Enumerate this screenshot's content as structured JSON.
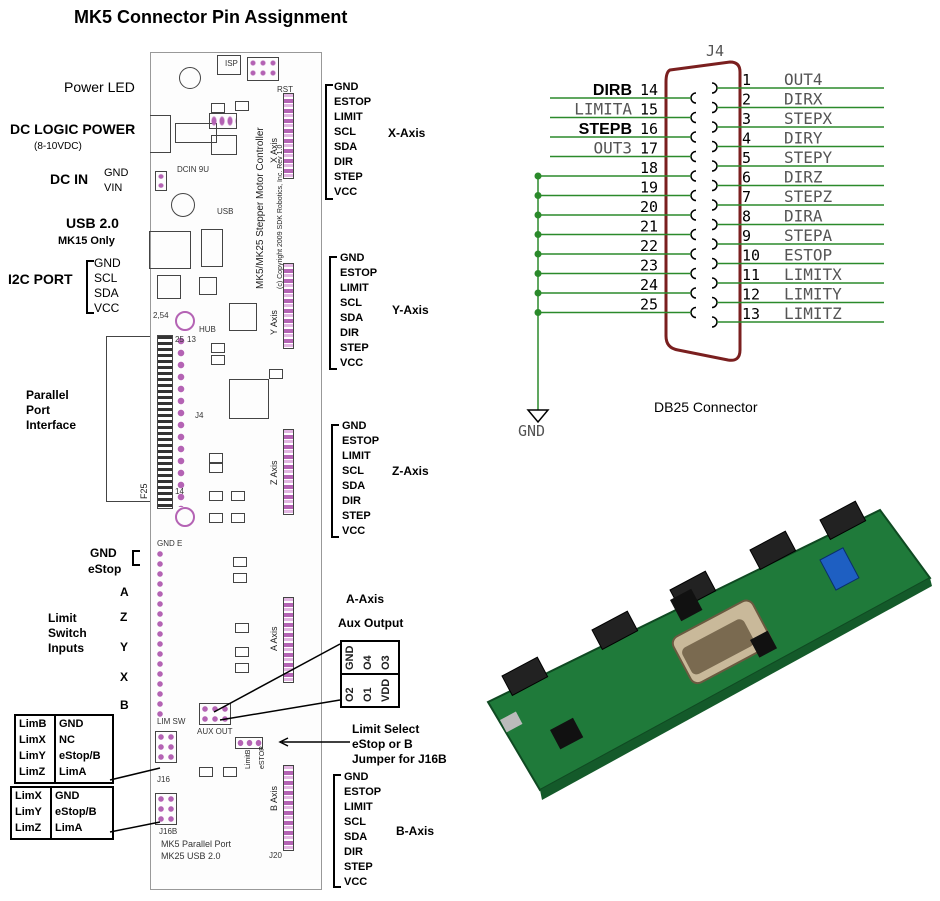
{
  "title": "MK5 Connector Pin Assignment",
  "left_labels": {
    "power_led": "Power LED",
    "dc_logic_power": "DC LOGIC POWER",
    "dc_logic_power_sub": "(8-10VDC)",
    "dc_in": "DC IN",
    "dc_in_gnd": "GND",
    "dc_in_vin": "VIN",
    "usb": "USB 2.0",
    "usb_sub": "MK15 Only",
    "i2c": "I2C PORT",
    "i2c_pins": [
      "GND",
      "SCL",
      "SDA",
      "VCC"
    ],
    "parallel": [
      "Parallel",
      "Port",
      "Interface"
    ],
    "gnd": "GND",
    "estop": "eStop",
    "limit_letters": [
      "A",
      "Z",
      "Y",
      "X",
      "B"
    ],
    "limit_switch": [
      "Limit",
      "Switch",
      "Inputs"
    ]
  },
  "axis_pins": [
    "GND",
    "ESTOP",
    "LIMIT",
    "SCL",
    "SDA",
    "DIR",
    "STEP",
    "VCC"
  ],
  "axes": {
    "x": "X-Axis",
    "y": "Y-Axis",
    "z": "Z-Axis",
    "a": "A-Axis",
    "b": "B-Axis"
  },
  "aux": {
    "title": "Aux Output",
    "top_row": [
      "GND",
      "O4",
      "O3"
    ],
    "bottom_row": [
      "O2",
      "O1",
      "VDD"
    ]
  },
  "limit_select": [
    "Limit Select",
    "eStop or B",
    "Jumper for J16B"
  ],
  "j16_box": {
    "left": [
      "LimB",
      "LimX",
      "LimY",
      "LimZ"
    ],
    "right": [
      "GND",
      "NC",
      "eStop/B",
      "LimA"
    ]
  },
  "j16b_box": {
    "left": [
      "LimX",
      "LimY",
      "LimZ"
    ],
    "right": [
      "GND",
      "eStop/B",
      "LimA"
    ]
  },
  "board_silk": {
    "isp": "ISP",
    "rst": "RST",
    "hub": "HUB",
    "dcin": "DCIN 9U",
    "usb": "USB",
    "j4": "J4",
    "f25": "F25",
    "pin25": "25",
    "pin13": "13",
    "pin14": "14",
    "scale": "2,54",
    "xaxis": "X Axis",
    "yaxis": "Y Axis",
    "zaxis": "Z Axis",
    "aaxis": "A Axis",
    "baxis": "B Axis",
    "vertical_title": "MK5/MK25 Stepper Motor Controller",
    "copyright": "(c) Copyright 2009 SDK Robotics, Inc. Rev 1.0",
    "j16": "J16",
    "j16b": "J16B",
    "aux_out": "AUX OUT",
    "lim_sw": "LIM SW",
    "limitb": "LimitB",
    "estop": "eSTOP",
    "footer1": "MK5 Parallel Port",
    "footer2": "MK25 USB 2.0",
    "j20": "J20",
    "gnd_e": "GND E"
  },
  "db25": {
    "header": "J4",
    "caption": "DB25 Connector",
    "gnd": "GND",
    "left_pins": [
      {
        "num": "14",
        "name": "DIRB"
      },
      {
        "num": "15",
        "name": "LIMITA"
      },
      {
        "num": "16",
        "name": "STEPB"
      },
      {
        "num": "17",
        "name": "OUT3"
      },
      {
        "num": "18",
        "name": ""
      },
      {
        "num": "19",
        "name": ""
      },
      {
        "num": "20",
        "name": ""
      },
      {
        "num": "21",
        "name": ""
      },
      {
        "num": "22",
        "name": ""
      },
      {
        "num": "23",
        "name": ""
      },
      {
        "num": "24",
        "name": ""
      },
      {
        "num": "25",
        "name": ""
      }
    ],
    "right_pins": [
      {
        "num": "1",
        "name": "OUT4"
      },
      {
        "num": "2",
        "name": "DIRX"
      },
      {
        "num": "3",
        "name": "STEPX"
      },
      {
        "num": "4",
        "name": "DIRY"
      },
      {
        "num": "5",
        "name": "STEPY"
      },
      {
        "num": "6",
        "name": "DIRZ"
      },
      {
        "num": "7",
        "name": "STEPZ"
      },
      {
        "num": "8",
        "name": "DIRA"
      },
      {
        "num": "9",
        "name": "STEPA"
      },
      {
        "num": "10",
        "name": "ESTOP"
      },
      {
        "num": "11",
        "name": "LIMITX"
      },
      {
        "num": "12",
        "name": "LIMITY"
      },
      {
        "num": "13",
        "name": "LIMITZ"
      }
    ]
  },
  "colors": {
    "trace": "#2b8a2b",
    "pad_pink": "#b463b4",
    "connector_outline": "#7a1f1f",
    "pcb_green": "#1f7a3a"
  }
}
